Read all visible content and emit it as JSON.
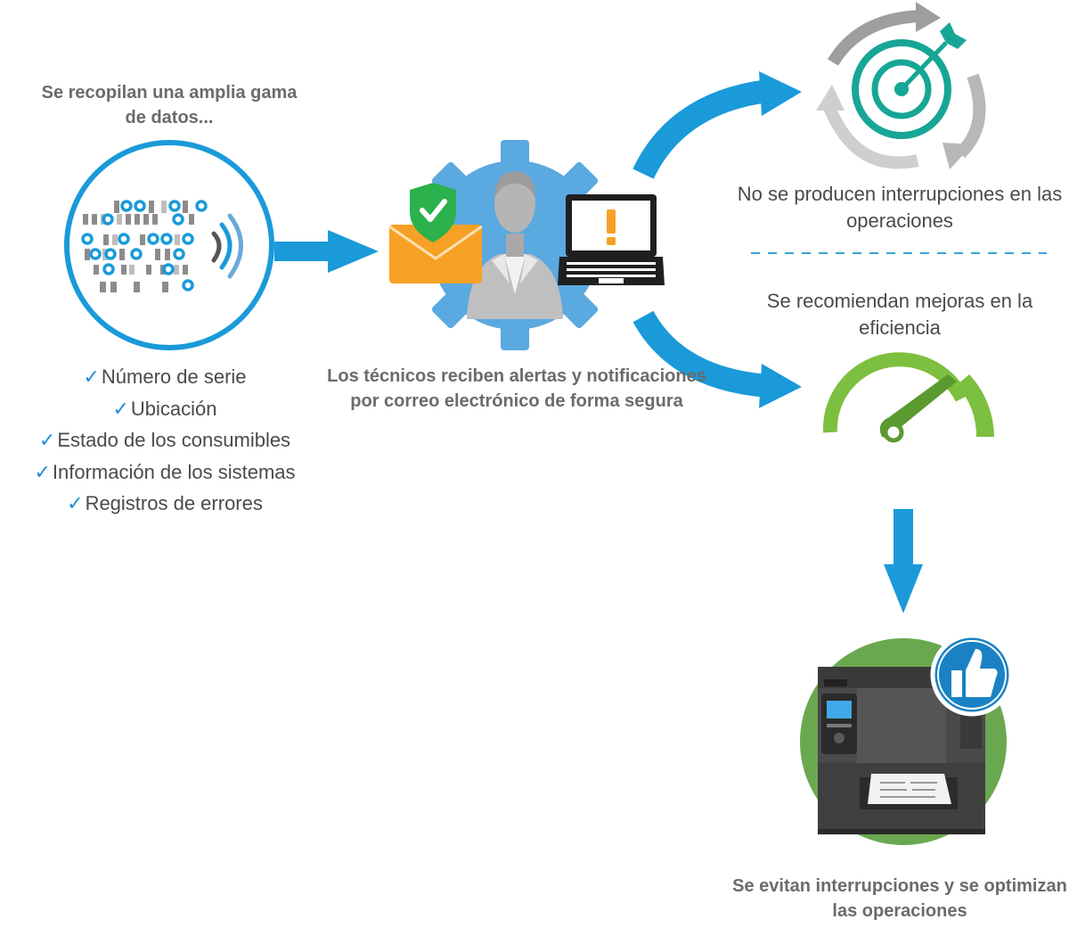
{
  "collect": {
    "heading": "Se recopilan una amplia gama de datos...",
    "checklist": [
      "Número de serie",
      "Ubicación",
      "Estado de los consumibles",
      "Información de los sistemas",
      "Registros de errores"
    ]
  },
  "technicians": {
    "caption": "Los técnicos reciben alertas y notificaciones por correo electrónico de forma segura"
  },
  "outcomes": {
    "no_interruptions": "No se producen interrupciones en las operaciones",
    "efficiency": "Se recomiendan mejoras en la eficiencia",
    "final": "Se evitan interrupciones y se optimizan las operaciones"
  },
  "icons": {
    "data_circle": "binary-data-signal-icon",
    "envelope": "secure-email-icon",
    "technician": "technician-gear-icon",
    "laptop": "laptop-alert-icon",
    "target": "target-cycle-icon",
    "gauge": "speedometer-icon",
    "printer": "industrial-printer-icon",
    "thumbs_up": "thumbs-up-icon"
  },
  "colors": {
    "accent_blue": "#1a9ad9",
    "teal": "#17a695",
    "green": "#7dbf3f",
    "orange": "#f6a125",
    "gray": "#9a9a9a"
  }
}
